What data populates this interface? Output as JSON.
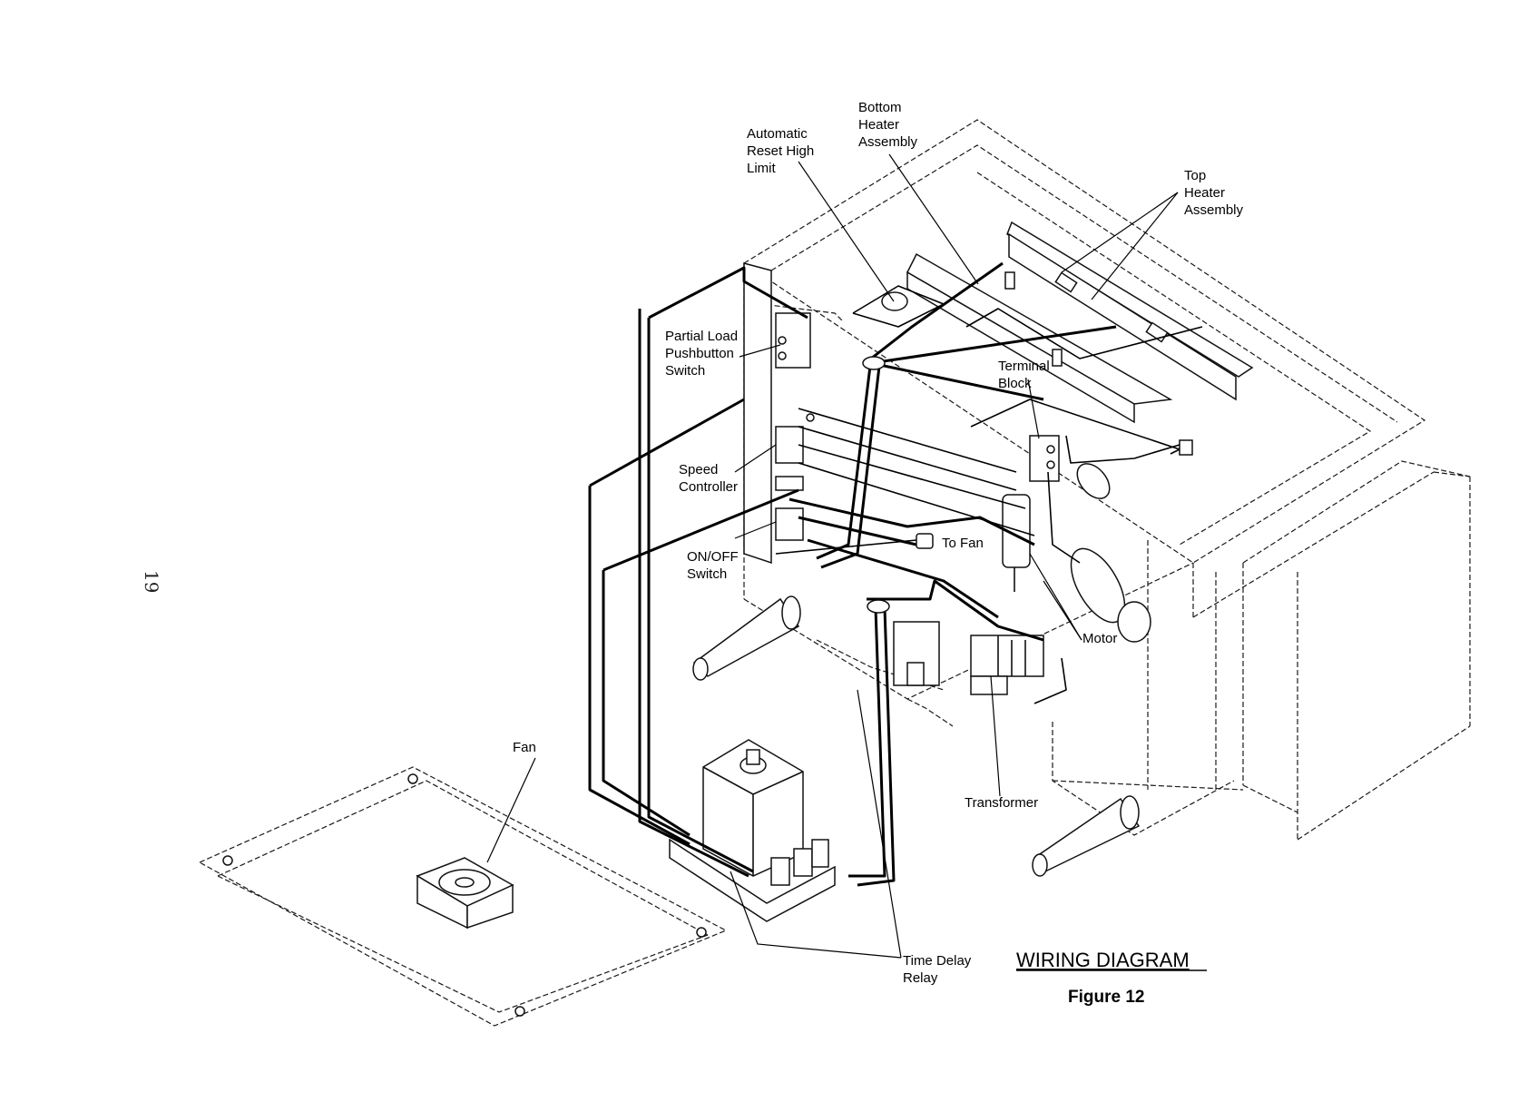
{
  "page_number": "19",
  "title": "WIRING DIAGRAM",
  "figure_label": "Figure 12",
  "labels": {
    "bottom_heater": [
      "Bottom",
      "Heater",
      "Assembly"
    ],
    "auto_reset": [
      "Automatic",
      "Reset High",
      "Limit"
    ],
    "top_heater": [
      "Top",
      "Heater",
      "Assembly"
    ],
    "partial_load": [
      "Partial Load",
      "Pushbutton",
      "Switch"
    ],
    "terminal_block": [
      "Terminal",
      "Block"
    ],
    "speed_controller": [
      "Speed",
      "Controller"
    ],
    "to_fan": "To Fan",
    "on_off": [
      "ON/OFF",
      "Switch"
    ],
    "motor": "Motor",
    "fan": "Fan",
    "transformer": "Transformer",
    "time_delay": [
      "Time Delay",
      "Relay"
    ]
  }
}
